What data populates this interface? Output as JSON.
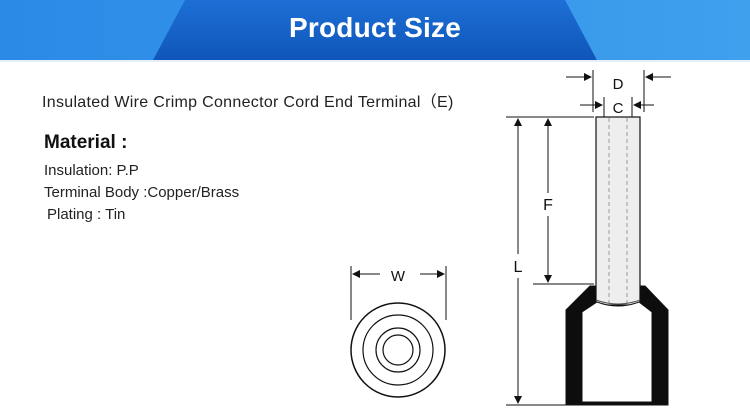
{
  "banner": {
    "title": "Product Size"
  },
  "product": {
    "title": "Insulated Wire Crimp Connector Cord End Terminal（E)"
  },
  "material": {
    "heading": "Material :",
    "lines": [
      "Insulation: P.P",
      "Terminal Body :Copper/Brass",
      "Plating : Tin"
    ]
  },
  "dimensions": {
    "d": "D",
    "c": "C",
    "f": "F",
    "l": "L",
    "w": "W"
  },
  "colors": {
    "banner_dark": "#1565c7",
    "banner_light": "#2f8fe8",
    "accent": "#0a4fb0"
  }
}
